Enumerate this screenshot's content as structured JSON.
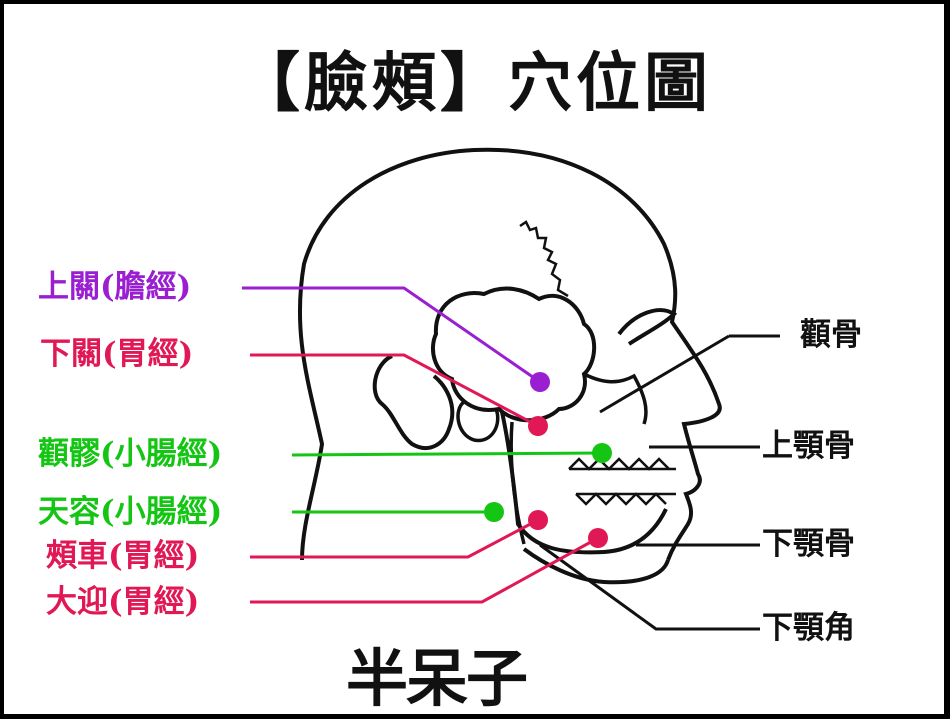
{
  "title": "【臉頰】穴位圖",
  "colors": {
    "gallbladder": "#9a1fd0",
    "stomach": "#e01855",
    "small_intestine": "#14c514",
    "line": "#000000"
  },
  "acupoints": [
    {
      "name": "上關(膽經)",
      "meridian": "gallbladder"
    },
    {
      "name": "下關(胃經)",
      "meridian": "stomach"
    },
    {
      "name": "顴髎(小腸經)",
      "meridian": "small_intestine"
    },
    {
      "name": "天容(小腸經)",
      "meridian": "small_intestine"
    },
    {
      "name": "頰車(胃經)",
      "meridian": "stomach"
    },
    {
      "name": "大迎(胃經)",
      "meridian": "stomach"
    }
  ],
  "bones": [
    {
      "name": "顴骨"
    },
    {
      "name": "上顎骨"
    },
    {
      "name": "下顎骨"
    },
    {
      "name": "下顎角"
    }
  ],
  "logo": "半呆子"
}
